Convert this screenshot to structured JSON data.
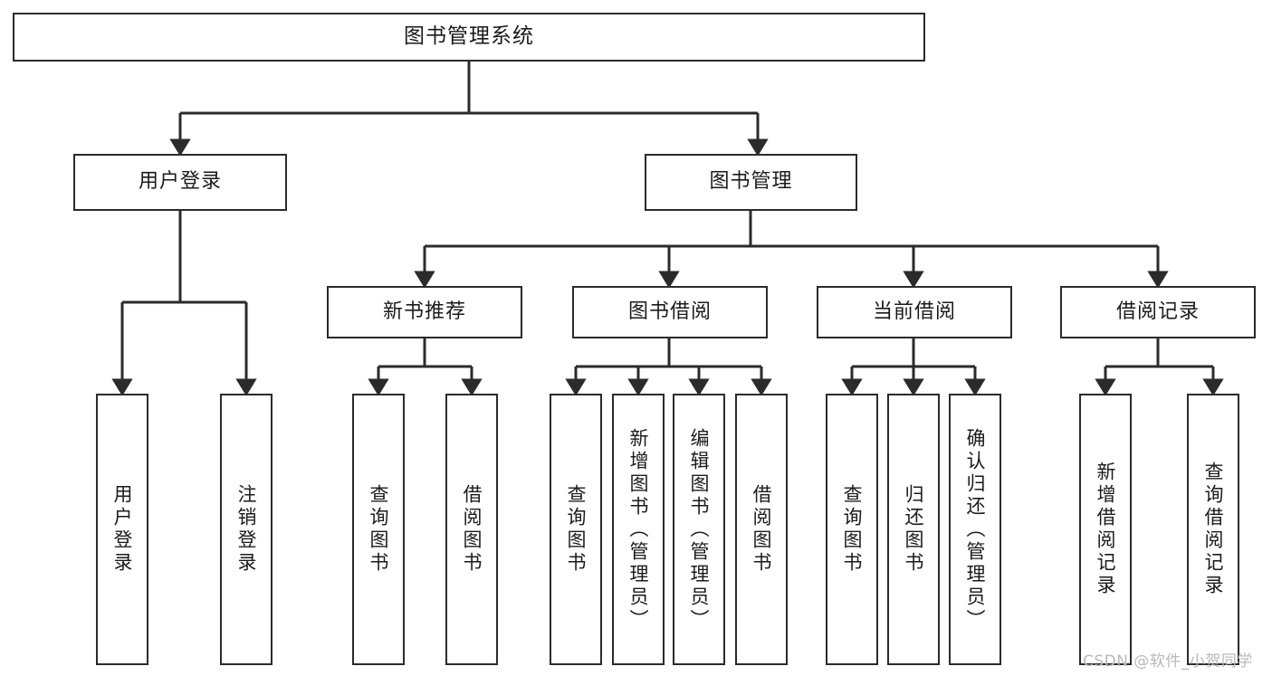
{
  "diagram": {
    "title": "图书管理系统",
    "type": "tree-hierarchy",
    "watermark": "CSDN @软件_小贺同学",
    "colors": {
      "box_border": "#2b2b2b",
      "box_fill": "#ffffff",
      "connector": "#2b2b2b",
      "text": "#1b1b1b",
      "watermark": "#b9b9b9"
    },
    "root": {
      "label": "图书管理系统"
    },
    "level2": [
      {
        "label": "用户登录"
      },
      {
        "label": "图书管理"
      }
    ],
    "level3": [
      {
        "label": "新书推荐"
      },
      {
        "label": "图书借阅"
      },
      {
        "label": "当前借阅"
      },
      {
        "label": "借阅记录"
      }
    ],
    "leaves": {
      "user_login": [
        {
          "label": "用户登录"
        },
        {
          "label": "注销登录"
        }
      ],
      "new_book_rec": [
        {
          "label": "查询图书"
        },
        {
          "label": "借阅图书"
        }
      ],
      "book_borrow": [
        {
          "label": "查询图书"
        },
        {
          "label": "新增图书（管理员）"
        },
        {
          "label": "编辑图书（管理员）"
        },
        {
          "label": "借阅图书"
        }
      ],
      "current_borrow": [
        {
          "label": "查询图书"
        },
        {
          "label": "归还图书"
        },
        {
          "label": "确认归还（管理员）"
        }
      ],
      "borrow_record": [
        {
          "label": "新增借阅记录"
        },
        {
          "label": "查询借阅记录"
        }
      ]
    }
  }
}
